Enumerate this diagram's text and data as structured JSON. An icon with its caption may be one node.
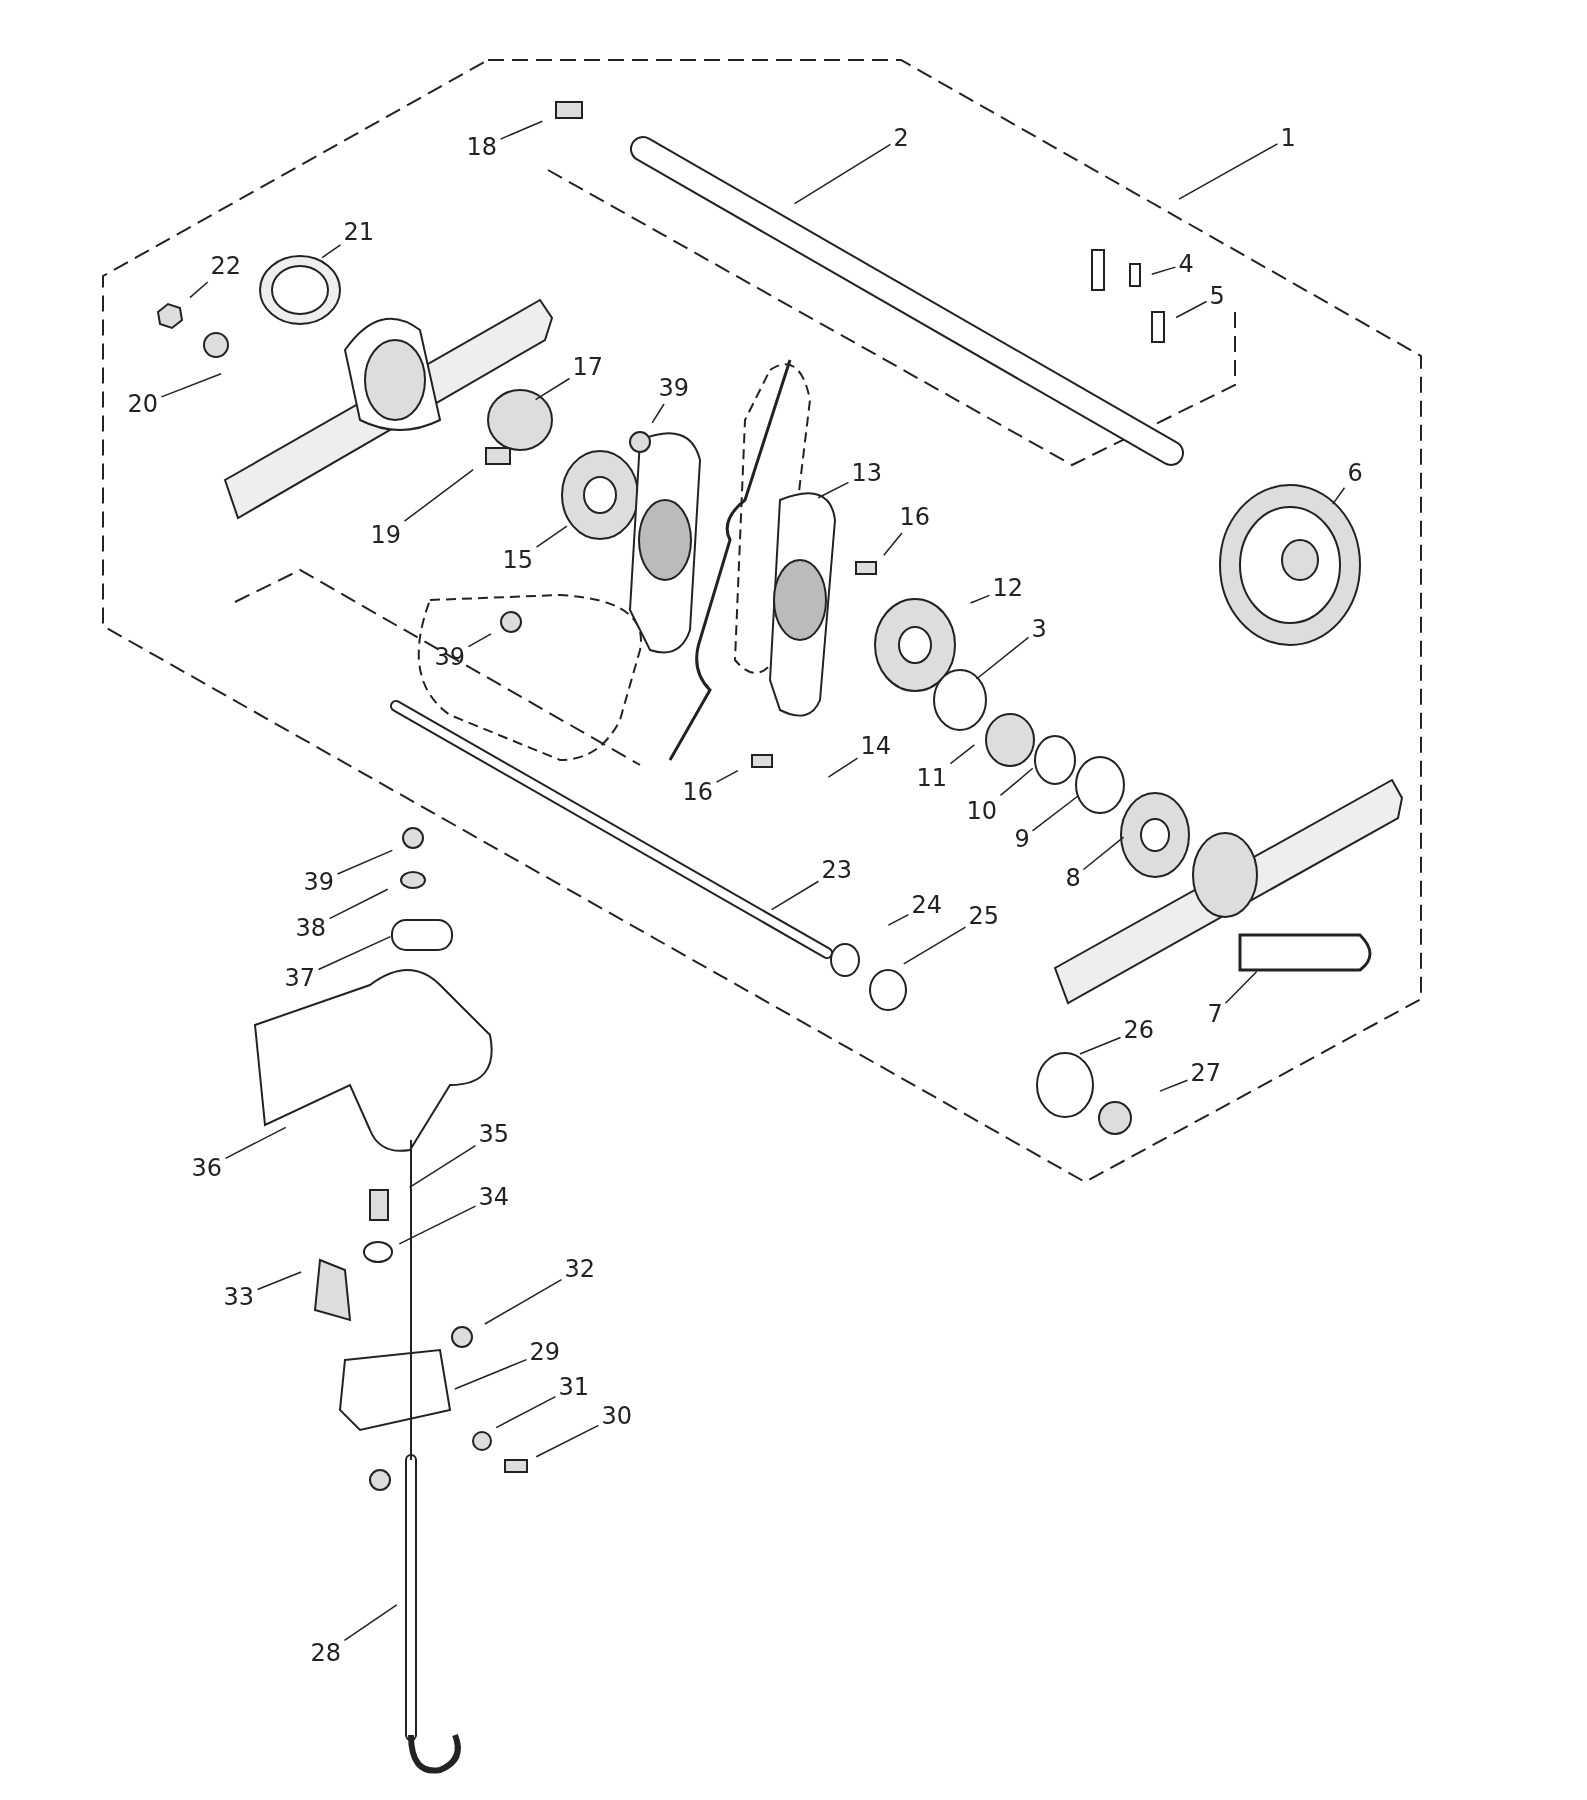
{
  "diagram": {
    "nodes": [
      {
        "text": [
          "1"
        ]
      },
      {
        "text": [
          "2"
        ]
      },
      {
        "text": [
          "18"
        ]
      },
      {
        "text": [
          "21"
        ]
      },
      {
        "text": [
          "22"
        ]
      },
      {
        "text": [
          "4"
        ]
      },
      {
        "text": [
          "5"
        ]
      },
      {
        "text": [
          "20"
        ]
      },
      {
        "text": [
          "17"
        ]
      },
      {
        "text": [
          "39"
        ]
      },
      {
        "text": [
          "13"
        ]
      },
      {
        "text": [
          "6"
        ]
      },
      {
        "text": [
          "16"
        ]
      },
      {
        "text": [
          "19"
        ]
      },
      {
        "text": [
          "15"
        ]
      },
      {
        "text": [
          "12"
        ]
      },
      {
        "text": [
          "3"
        ]
      },
      {
        "text": [
          "39"
        ]
      },
      {
        "text": [
          "14"
        ]
      },
      {
        "text": [
          "16"
        ]
      },
      {
        "text": [
          "11"
        ]
      },
      {
        "text": [
          "10"
        ]
      },
      {
        "text": [
          "9"
        ]
      },
      {
        "text": [
          "8"
        ]
      },
      {
        "text": [
          "23"
        ]
      },
      {
        "text": [
          "24"
        ]
      },
      {
        "text": [
          "25"
        ]
      },
      {
        "text": [
          "39"
        ]
      },
      {
        "text": [
          "38"
        ]
      },
      {
        "text": [
          "37"
        ]
      },
      {
        "text": [
          "7"
        ]
      },
      {
        "text": [
          "26"
        ]
      },
      {
        "text": [
          "27"
        ]
      },
      {
        "text": [
          "36"
        ]
      },
      {
        "text": [
          "35"
        ]
      },
      {
        "text": [
          "34"
        ]
      },
      {
        "text": [
          "33"
        ]
      },
      {
        "text": [
          "32"
        ]
      },
      {
        "text": [
          "29"
        ]
      },
      {
        "text": [
          "31"
        ]
      },
      {
        "text": [
          "30"
        ]
      },
      {
        "text": [
          "28"
        ]
      }
    ],
    "edges": [
      {
        "from": 0,
        "to": null,
        "arrow": "none"
      },
      {
        "from": 1,
        "to": null,
        "arrow": "none"
      },
      {
        "from": 2,
        "to": null,
        "arrow": "none"
      },
      {
        "from": 3,
        "to": null,
        "arrow": "none"
      },
      {
        "from": 4,
        "to": null,
        "arrow": "none"
      },
      {
        "from": 5,
        "to": null,
        "arrow": "none"
      },
      {
        "from": 6,
        "to": null,
        "arrow": "none"
      },
      {
        "from": 7,
        "to": null,
        "arrow": "none"
      },
      {
        "from": 8,
        "to": null,
        "arrow": "none"
      },
      {
        "from": 9,
        "to": null,
        "arrow": "none"
      },
      {
        "from": 10,
        "to": null,
        "arrow": "none"
      },
      {
        "from": 11,
        "to": null,
        "arrow": "none"
      },
      {
        "from": 12,
        "to": null,
        "arrow": "none"
      },
      {
        "from": 13,
        "to": null,
        "arrow": "none"
      },
      {
        "from": 14,
        "to": null,
        "arrow": "none"
      },
      {
        "from": 15,
        "to": null,
        "arrow": "none"
      },
      {
        "from": 16,
        "to": null,
        "arrow": "none"
      },
      {
        "from": 17,
        "to": null,
        "arrow": "none"
      },
      {
        "from": 18,
        "to": null,
        "arrow": "none"
      },
      {
        "from": 19,
        "to": null,
        "arrow": "none"
      },
      {
        "from": 20,
        "to": null,
        "arrow": "none"
      },
      {
        "from": 21,
        "to": null,
        "arrow": "none"
      },
      {
        "from": 22,
        "to": null,
        "arrow": "none"
      },
      {
        "from": 23,
        "to": null,
        "arrow": "none"
      },
      {
        "from": 24,
        "to": null,
        "arrow": "none"
      },
      {
        "from": 25,
        "to": null,
        "arrow": "none"
      },
      {
        "from": 26,
        "to": null,
        "arrow": "none"
      },
      {
        "from": 27,
        "to": null,
        "arrow": "none"
      },
      {
        "from": 28,
        "to": null,
        "arrow": "none"
      },
      {
        "from": 29,
        "to": null,
        "arrow": "none"
      },
      {
        "from": 30,
        "to": null,
        "arrow": "none"
      },
      {
        "from": 31,
        "to": null,
        "arrow": "none"
      },
      {
        "from": 32,
        "to": null,
        "arrow": "none"
      },
      {
        "from": 33,
        "to": null,
        "arrow": "none"
      },
      {
        "from": 34,
        "to": null,
        "arrow": "none"
      },
      {
        "from": 35,
        "to": null,
        "arrow": "none"
      },
      {
        "from": 36,
        "to": null,
        "arrow": "none"
      },
      {
        "from": 37,
        "to": null,
        "arrow": "none"
      },
      {
        "from": 38,
        "to": null,
        "arrow": "none"
      },
      {
        "from": 39,
        "to": null,
        "arrow": "none"
      },
      {
        "from": 40,
        "to": null,
        "arrow": "none"
      },
      {
        "from": 41,
        "to": null,
        "arrow": "none"
      }
    ]
  }
}
